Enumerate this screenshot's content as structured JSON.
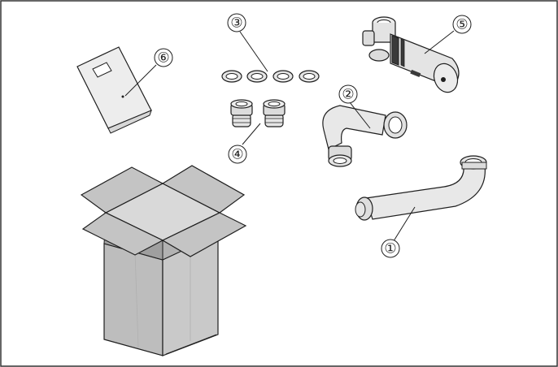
{
  "diagram": {
    "callouts": [
      {
        "label": "①",
        "part": "long-elbow-pipe"
      },
      {
        "label": "②",
        "part": "u-bend-fitting"
      },
      {
        "label": "③",
        "part": "sealing-rings"
      },
      {
        "label": "④",
        "part": "compression-fittings"
      },
      {
        "label": "⑤",
        "part": "valve-head"
      },
      {
        "label": "⑥",
        "part": "instruction-manual"
      }
    ],
    "colors": {
      "outline": "#1f1f1f",
      "part_fill": "#e9e9e9",
      "box_fill": "#bfbfbf",
      "box_fill_dark": "#a8a8a8",
      "border": "#333333"
    }
  }
}
